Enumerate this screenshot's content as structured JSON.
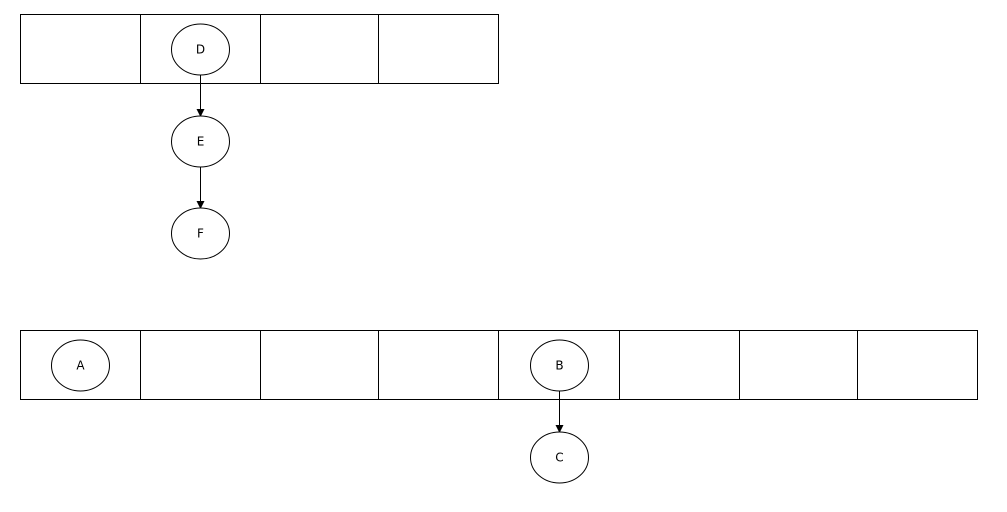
{
  "diagram": {
    "stroke_color": "#000000",
    "fill_color": "#ffffff",
    "top_array": {
      "cell_count": 4,
      "nodes": [
        {
          "id": "D",
          "label": "D",
          "cell": 1
        }
      ],
      "chain": [
        "D",
        "E",
        "F"
      ]
    },
    "bottom_array": {
      "cell_count": 8,
      "nodes": [
        {
          "id": "A",
          "label": "A",
          "cell": 0
        },
        {
          "id": "B",
          "label": "B",
          "cell": 4
        }
      ],
      "chain": [
        "B",
        "C"
      ]
    },
    "labels": {
      "A": "A",
      "B": "B",
      "C": "C",
      "D": "D",
      "E": "E",
      "F": "F"
    }
  }
}
